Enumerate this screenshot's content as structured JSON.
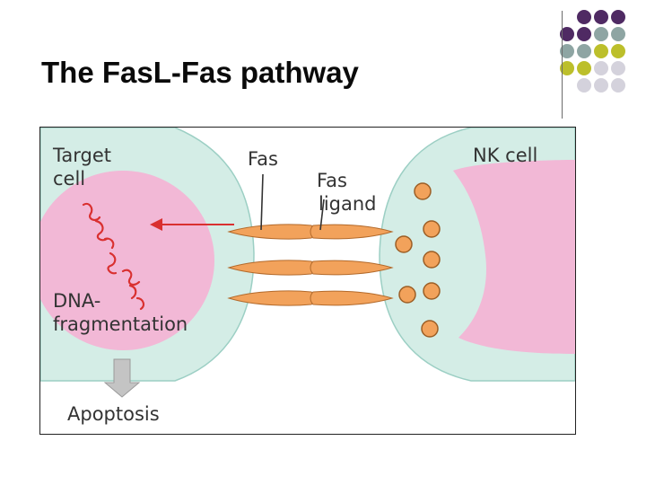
{
  "slide": {
    "title": "The FasL-Fas pathway"
  },
  "diagram": {
    "labels": {
      "target_cell": [
        "Target",
        "cell"
      ],
      "fas": "Fas",
      "fas_ligand": [
        "Fas",
        "ligand"
      ],
      "nk_cell": "NK cell",
      "dna_fragmentation": [
        "DNA-",
        "fragmentation"
      ],
      "apoptosis": "Apoptosis"
    }
  },
  "colors": {
    "dot_purple": "#4f2a63",
    "dot_teal": "#8ea5a3",
    "dot_olive": "#bcbf2b",
    "dot_lavender": "#d4d2dc",
    "cell_outer": "#d4ede6",
    "cell_nucleus": "#f2b8d6",
    "receptor_orange": "#f2a25b",
    "granule_orange": "#f2a25b",
    "arrow_red": "#d93030",
    "arrow_gray": "#c4c4c4"
  }
}
